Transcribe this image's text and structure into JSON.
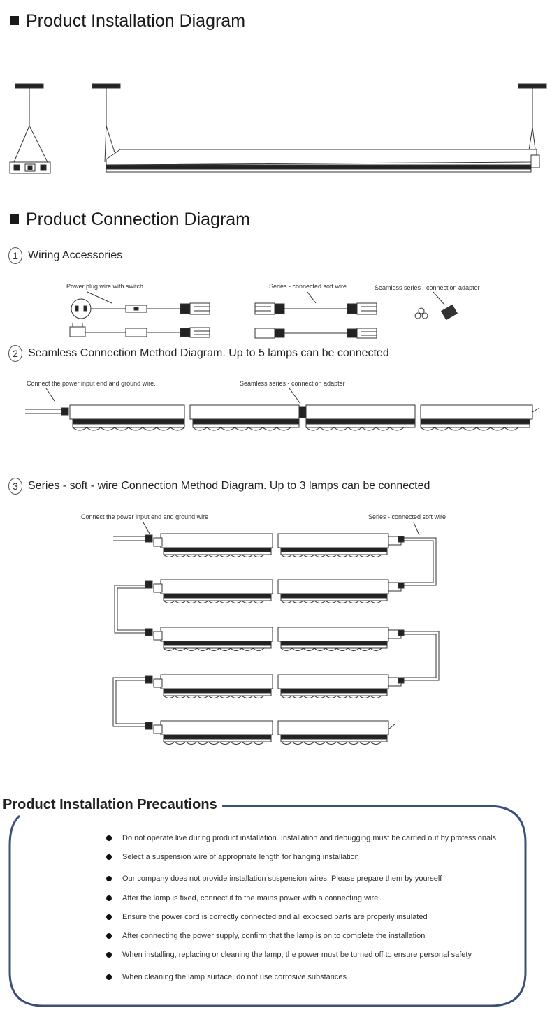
{
  "sections": {
    "installation_title": "Product Installation Diagram",
    "connection_title": "Product Connection Diagram",
    "precautions_title": "Product Installation Precautions"
  },
  "connection": {
    "steps": [
      {
        "number": "1",
        "label": "Wiring Accessories"
      },
      {
        "number": "2",
        "label": "Seamless Connection Method Diagram. Up to 5 lamps can be connected"
      },
      {
        "number": "3",
        "label": "Series - soft - wire Connection Method Diagram. Up to 3 lamps can be connected"
      }
    ],
    "accessories": {
      "power_plug": "Power plug wire with switch",
      "soft_wire": "Series - connected soft wire",
      "adapter": "Seamless series - connection adapter"
    },
    "seamless": {
      "power_note": "Connect the power input end and ground wire.",
      "adapter_note": "Seamless series - connection adapter"
    },
    "series": {
      "power_note": "Connect the power input end and ground wire",
      "wire_note": "Series - connected soft wire"
    }
  },
  "precautions": [
    "Do not operate live during product installation. Installation and debugging must be carried out by professionals",
    "Select a suspension wire of appropriate length for hanging installation",
    "Our company does not provide installation suspension wires. Please prepare them by yourself",
    "After the lamp is fixed, connect it to the mains power with a connecting wire",
    "Ensure the power cord is correctly connected and all exposed parts are properly insulated",
    "After connecting the power supply, confirm that the lamp is on to complete the installation",
    "When installing, replacing or cleaning the lamp, the power must be turned off to ensure personal safety",
    "When cleaning the lamp surface, do not use corrosive substances"
  ],
  "colors": {
    "frame": "#3b4f7a",
    "line": "#333333",
    "dark": "#1a1a1a"
  }
}
